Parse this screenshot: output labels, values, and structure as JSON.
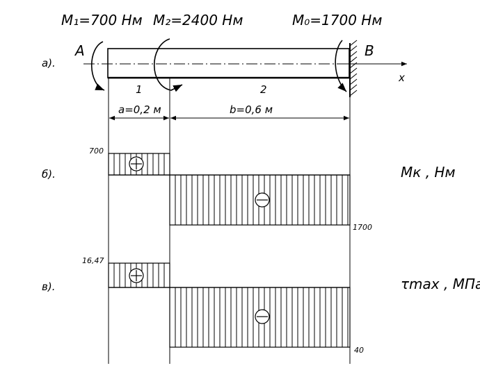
{
  "moments": {
    "m1": "M₁=700 Нм",
    "m2": "M₂=2400 Нм",
    "m0": "M₀=1700 Нм"
  },
  "points": {
    "a": "A",
    "b": "B",
    "axis": "x"
  },
  "sections": {
    "s1": "1",
    "s2": "2"
  },
  "dimensions": {
    "a": "a=0,2 м",
    "b": "b=0,6 м"
  },
  "rows": {
    "a": "а).",
    "b": "б).",
    "c": "в)."
  },
  "torque_diagram": {
    "title": "Mк , Нм",
    "left_value": "700",
    "right_value": "1700",
    "left_sign": "+",
    "right_sign": "−"
  },
  "stress_diagram": {
    "title": "τmax , МПа",
    "left_value": "16,47",
    "right_value": "40",
    "left_sign": "+",
    "right_sign": "−"
  }
}
